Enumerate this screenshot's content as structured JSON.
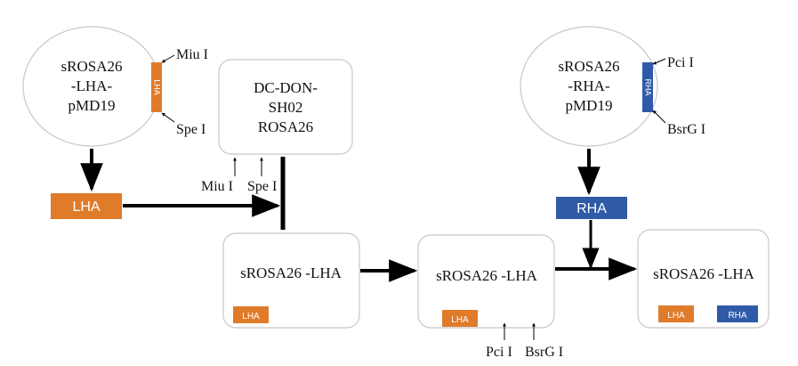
{
  "plasmid_lha": {
    "line1": "sROSA26",
    "line2": "-LHA-",
    "line3": "pMD19",
    "insert": "LHA",
    "site_top": "Miu I",
    "site_bottom": "Spe I"
  },
  "plasmid_rha": {
    "line1": "sROSA26",
    "line2": "-RHA-",
    "line3": "pMD19",
    "insert": "RHA",
    "site_top": "Pci I",
    "site_bottom": "BsrG I"
  },
  "vector": {
    "line1": "DC-DON-",
    "line2": "SH02",
    "line3": "ROSA26",
    "site1": "Miu I",
    "site2": "Spe I"
  },
  "fragment_lha": {
    "label": "LHA"
  },
  "fragment_rha": {
    "label": "RHA"
  },
  "construct1": {
    "label": "sROSA26 -LHA",
    "insert": "LHA"
  },
  "construct2": {
    "label": "sROSA26 -LHA",
    "insert": "LHA",
    "site1": "Pci I",
    "site2": "BsrG I"
  },
  "construct3": {
    "label": "sROSA26 -LHA",
    "insert1": "LHA",
    "insert2": "RHA"
  },
  "colors": {
    "orange": "#e07b2a",
    "blue": "#2f5aa8",
    "arrow": "#000000",
    "outline": "#c8c8c8"
  }
}
